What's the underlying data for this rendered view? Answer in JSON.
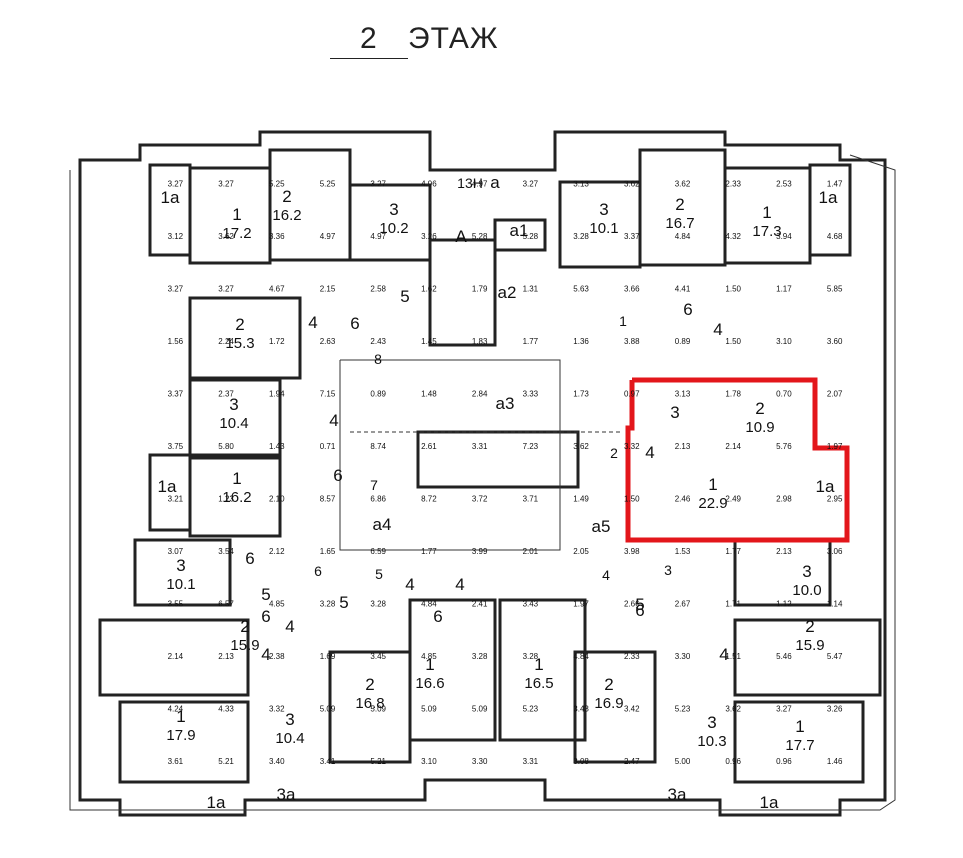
{
  "title": {
    "floor_number": "2",
    "floor_word": "ЭТАЖ"
  },
  "colors": {
    "highlight": "#e3161b",
    "wall": "#222222",
    "section_label": "#c0392b"
  },
  "sections": [
    {
      "label": "13Н"
    },
    {
      "label": "1"
    },
    {
      "label": "2"
    },
    {
      "label": "3"
    },
    {
      "label": "4"
    },
    {
      "label": "5"
    },
    {
      "label": "6"
    },
    {
      "label": "7"
    },
    {
      "label": "8"
    }
  ],
  "rooms": [
    {
      "no": "1a",
      "area": ""
    },
    {
      "no": "1",
      "area": "17.2"
    },
    {
      "no": "2",
      "area": "16.2"
    },
    {
      "no": "3",
      "area": "10.2"
    },
    {
      "no": "a",
      "area": ""
    },
    {
      "no": "А",
      "area": ""
    },
    {
      "no": "a1",
      "area": ""
    },
    {
      "no": "a2",
      "area": ""
    },
    {
      "no": "3",
      "area": "10.1"
    },
    {
      "no": "2",
      "area": "16.7"
    },
    {
      "no": "1",
      "area": "17.3"
    },
    {
      "no": "1a",
      "area": ""
    },
    {
      "no": "2",
      "area": "15.3"
    },
    {
      "no": "4",
      "area": ""
    },
    {
      "no": "5",
      "area": ""
    },
    {
      "no": "6",
      "area": ""
    },
    {
      "no": "4",
      "area": ""
    },
    {
      "no": "3",
      "area": "10.4"
    },
    {
      "no": "a3",
      "area": ""
    },
    {
      "no": "6",
      "area": ""
    },
    {
      "no": "4",
      "area": ""
    },
    {
      "no": "3",
      "area": ""
    },
    {
      "no": "2",
      "area": "10.9"
    },
    {
      "no": "4",
      "area": ""
    },
    {
      "no": "1",
      "area": "22.9"
    },
    {
      "no": "1a",
      "area": ""
    },
    {
      "no": "1a",
      "area": ""
    },
    {
      "no": "1",
      "area": "16.2"
    },
    {
      "no": "6",
      "area": ""
    },
    {
      "no": "a4",
      "area": ""
    },
    {
      "no": "a5",
      "area": ""
    },
    {
      "no": "3",
      "area": "10.1"
    },
    {
      "no": "6",
      "area": ""
    },
    {
      "no": "5",
      "area": ""
    },
    {
      "no": "4",
      "area": ""
    },
    {
      "no": "5",
      "area": ""
    },
    {
      "no": "6",
      "area": ""
    },
    {
      "no": "4",
      "area": ""
    },
    {
      "no": "4",
      "area": ""
    },
    {
      "no": "6",
      "area": ""
    },
    {
      "no": "5",
      "area": ""
    },
    {
      "no": "6",
      "area": ""
    },
    {
      "no": "3",
      "area": "10.0"
    },
    {
      "no": "2",
      "area": "15.9"
    },
    {
      "no": "4",
      "area": ""
    },
    {
      "no": "1",
      "area": "16.6"
    },
    {
      "no": "1",
      "area": "16.5"
    },
    {
      "no": "2",
      "area": "16.8"
    },
    {
      "no": "2",
      "area": "16.9"
    },
    {
      "no": "4",
      "area": ""
    },
    {
      "no": "2",
      "area": "15.9"
    },
    {
      "no": "1",
      "area": "17.9"
    },
    {
      "no": "3",
      "area": "10.4"
    },
    {
      "no": "3",
      "area": "10.3"
    },
    {
      "no": "1",
      "area": "17.7"
    },
    {
      "no": "1a",
      "area": ""
    },
    {
      "no": "3a",
      "area": ""
    },
    {
      "no": "3a",
      "area": ""
    },
    {
      "no": "1a",
      "area": ""
    }
  ],
  "dims": [
    "3.27",
    "3.27",
    "5.25",
    "5.25",
    "3.27",
    "4.96",
    "4.97",
    "3.27",
    "3.13",
    "3.62",
    "3.62",
    "2.33",
    "2.53",
    "1.47",
    "3.12",
    "3.62",
    "3.36",
    "4.97",
    "4.97",
    "3.26",
    "5.28",
    "5.28",
    "3.28",
    "3.37",
    "4.84",
    "4.32",
    "3.94",
    "4.68",
    "3.27",
    "3.27",
    "4.67",
    "2.15",
    "2.58",
    "1.62",
    "1.79",
    "1.31",
    "5.63",
    "3.66",
    "4.41",
    "1.50",
    "1.17",
    "5.85",
    "1.56",
    "2.24",
    "1.72",
    "2.63",
    "2.43",
    "1.45",
    "1.83",
    "1.77",
    "1.36",
    "3.88",
    "0.89",
    "1.50",
    "3.10",
    "3.60",
    "3.37",
    "2.37",
    "1.94",
    "7.15",
    "0.89",
    "1.48",
    "2.84",
    "3.33",
    "1.73",
    "0.97",
    "3.13",
    "1.78",
    "0.70",
    "2.07",
    "3.75",
    "5.80",
    "1.43",
    "0.71",
    "8.74",
    "2.61",
    "3.31",
    "7.23",
    "3.62",
    "3.32",
    "2.13",
    "2.14",
    "5.76",
    "1.97",
    "3.21",
    "1.23",
    "2.10",
    "8.57",
    "6.86",
    "8.72",
    "3.72",
    "3.71",
    "1.49",
    "1.50",
    "2.46",
    "2.49",
    "2.98",
    "2.95",
    "3.07",
    "3.54",
    "2.12",
    "1.65",
    "6.59",
    "1.77",
    "3.99",
    "2.01",
    "2.05",
    "3.98",
    "1.53",
    "1.77",
    "2.13",
    "3.06",
    "3.55",
    "6.57",
    "4.85",
    "3.28",
    "3.28",
    "4.84",
    "2.41",
    "3.43",
    "1.97",
    "2.66",
    "2.67",
    "1.71",
    "1.12",
    "1.14",
    "2.14",
    "2.13",
    "2.38",
    "1.69",
    "3.45",
    "4.85",
    "3.28",
    "3.28",
    "4.84",
    "2.33",
    "3.30",
    "1.51",
    "5.46",
    "5.47",
    "4.24",
    "4.33",
    "3.32",
    "5.09",
    "5.09",
    "5.09",
    "5.09",
    "5.23",
    "3.43",
    "3.42",
    "5.23",
    "3.62",
    "3.27",
    "3.26",
    "3.61",
    "5.21",
    "3.40",
    "3.41",
    "5.21",
    "3.10",
    "3.30",
    "3.31",
    "3.08",
    "2.47",
    "5.00",
    "0.96",
    "0.96",
    "1.46"
  ],
  "highlight": {
    "label": ""
  }
}
